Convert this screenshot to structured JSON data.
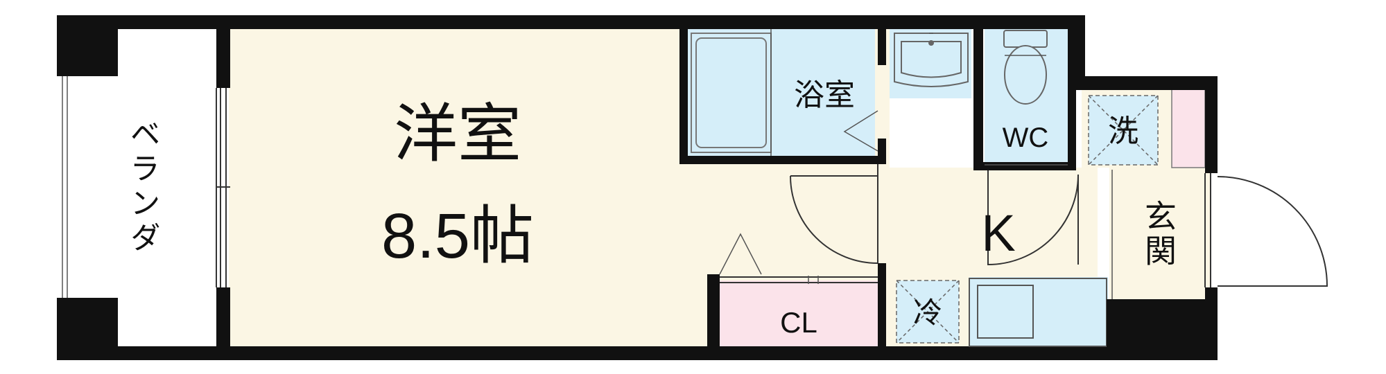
{
  "rooms": {
    "balcony": "ベランダ",
    "western_room": "洋室",
    "western_room_size": "8.5帖",
    "bath": "浴室",
    "closet": "CL",
    "kitchen": "K",
    "toilet": "WC",
    "washer": "洗",
    "fridge": "冷",
    "entrance": "玄関"
  },
  "colors": {
    "room_floor": "#FBF6E4",
    "wet_area": "#D5EEF9",
    "closet": "#FBE3EA",
    "wall": "#111111"
  }
}
